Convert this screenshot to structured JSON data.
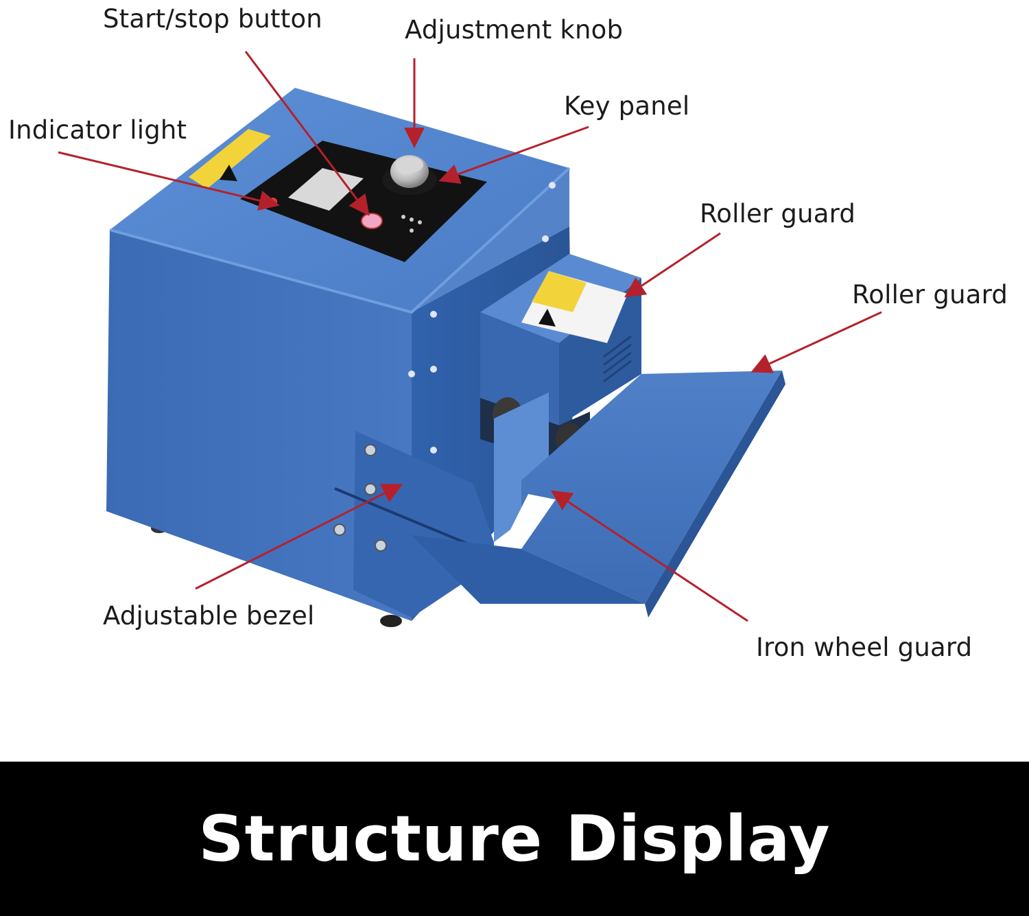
{
  "labels": {
    "start_stop_button": "Start/stop button",
    "adjustment_knob": "Adjustment knob",
    "key_panel": "Key panel",
    "indicator_light": "Indicator light",
    "roller_guard_upper": "Roller guard",
    "roller_guard_lower": "Roller guard",
    "adjustable_bezel": "Adjustable bezel",
    "iron_wheel_guard": "Iron wheel guard"
  },
  "banner": {
    "title": "Structure Display"
  },
  "colors": {
    "machine_blue": "#3f6fb8",
    "machine_dark": "#2c5290",
    "arrow_red": "#b5212b",
    "warning_yellow": "#f2d43a",
    "banner_bg": "#000000"
  }
}
